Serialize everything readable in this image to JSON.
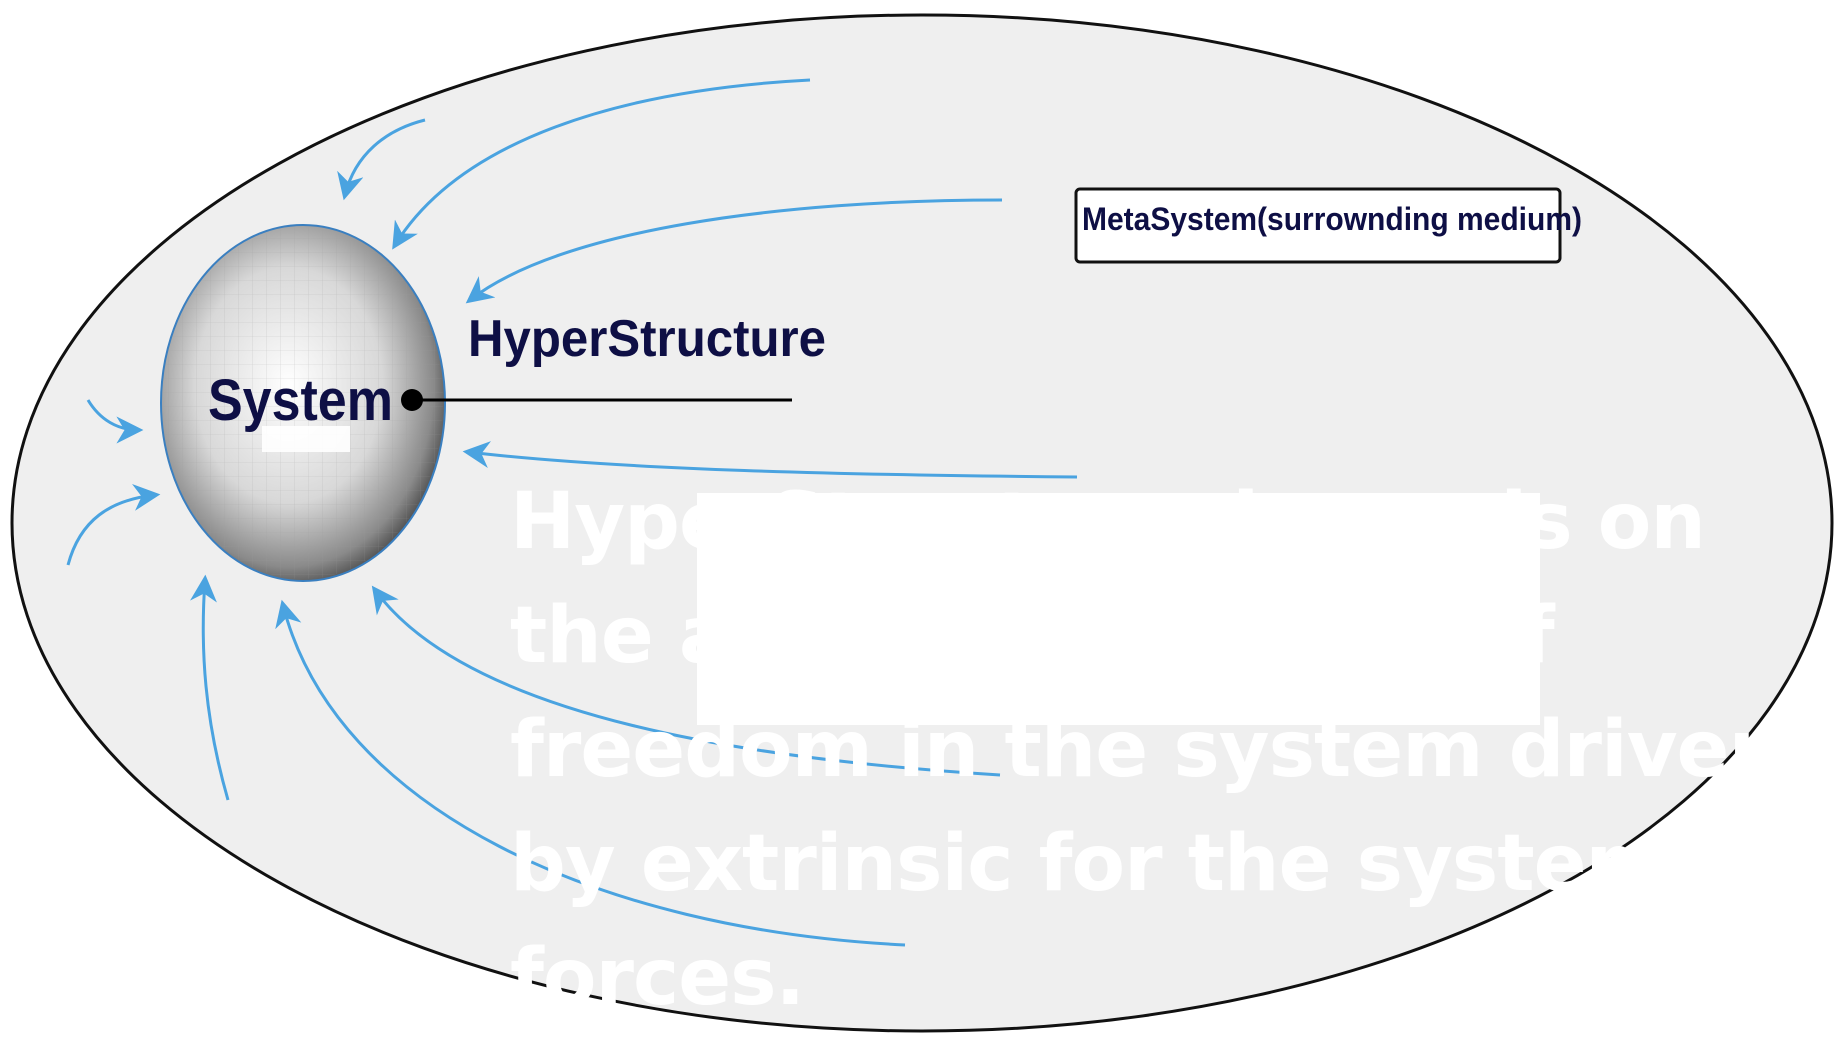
{
  "diagram": {
    "system_label": "System",
    "hyperstructure_label": "HyperStructure",
    "metasystem_label": "MetaSystem(surrownding medium)",
    "caption": "HyperStructure depends on the available degrees of freedom in the system driven by extrinsic for the system forces.",
    "colors": {
      "ellipse_fill": "#efefef",
      "arrow": "#4aa3e0",
      "text": "#0e0f45",
      "caption": "#ffffff"
    }
  }
}
